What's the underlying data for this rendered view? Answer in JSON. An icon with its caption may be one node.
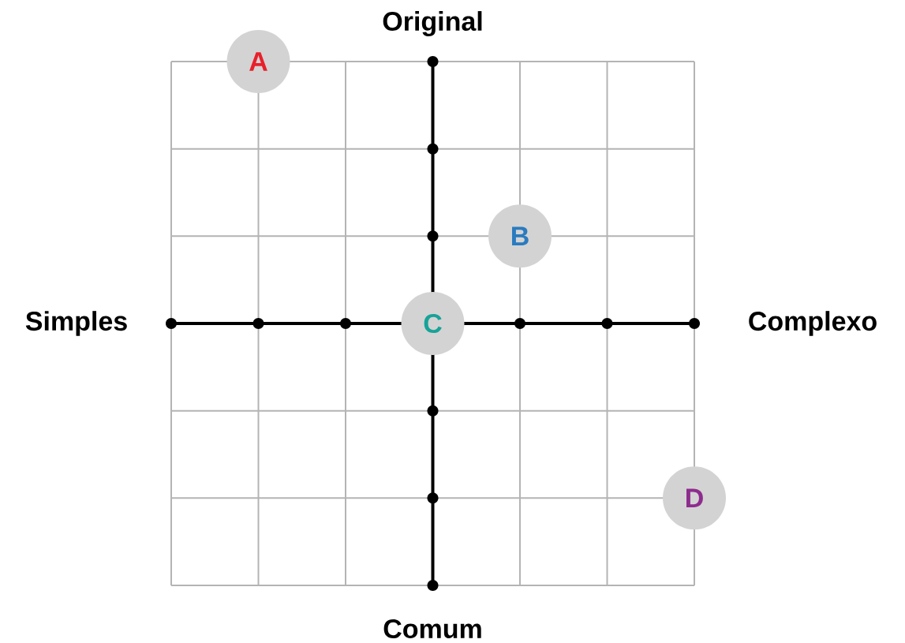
{
  "diagram": {
    "nodes": [
      {
        "text": [
          "A"
        ]
      },
      {
        "text": [
          "B"
        ]
      },
      {
        "text": [
          "C"
        ]
      },
      {
        "text": [
          "D"
        ]
      }
    ],
    "labels": [
      "Original",
      "Simples",
      "Complexo",
      "Comum"
    ]
  }
}
